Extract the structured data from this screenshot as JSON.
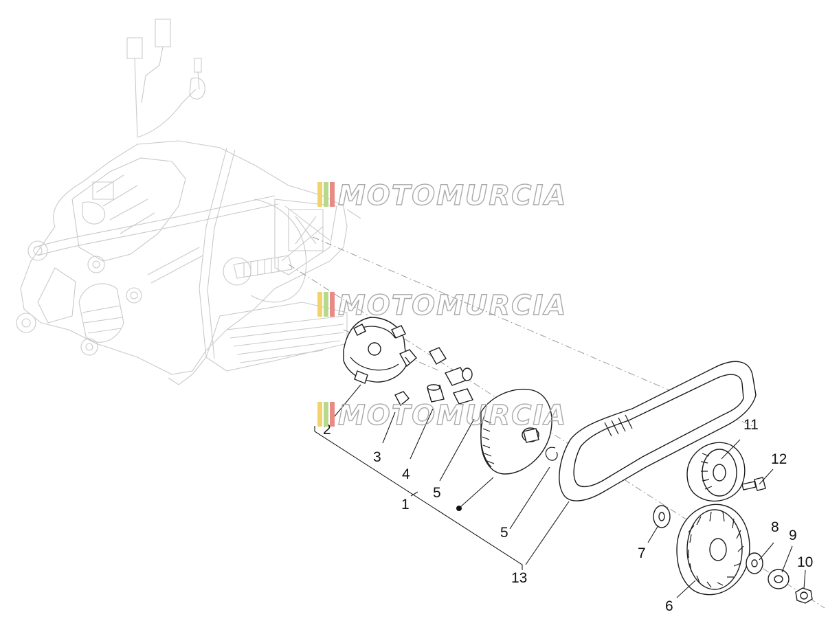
{
  "watermark": {
    "text": "MOTOMURCIA",
    "stripe_colors": [
      "#f2d36b",
      "#b7d98c",
      "#e88b86"
    ]
  },
  "callouts": {
    "c1": "1",
    "c2": "2",
    "c3": "3",
    "c4": "4",
    "c5a": "5",
    "c5b": "5",
    "c6": "6",
    "c7": "7",
    "c8": "8",
    "c9": "9",
    "c10": "10",
    "c11": "11",
    "c12": "12",
    "c13": "13"
  }
}
